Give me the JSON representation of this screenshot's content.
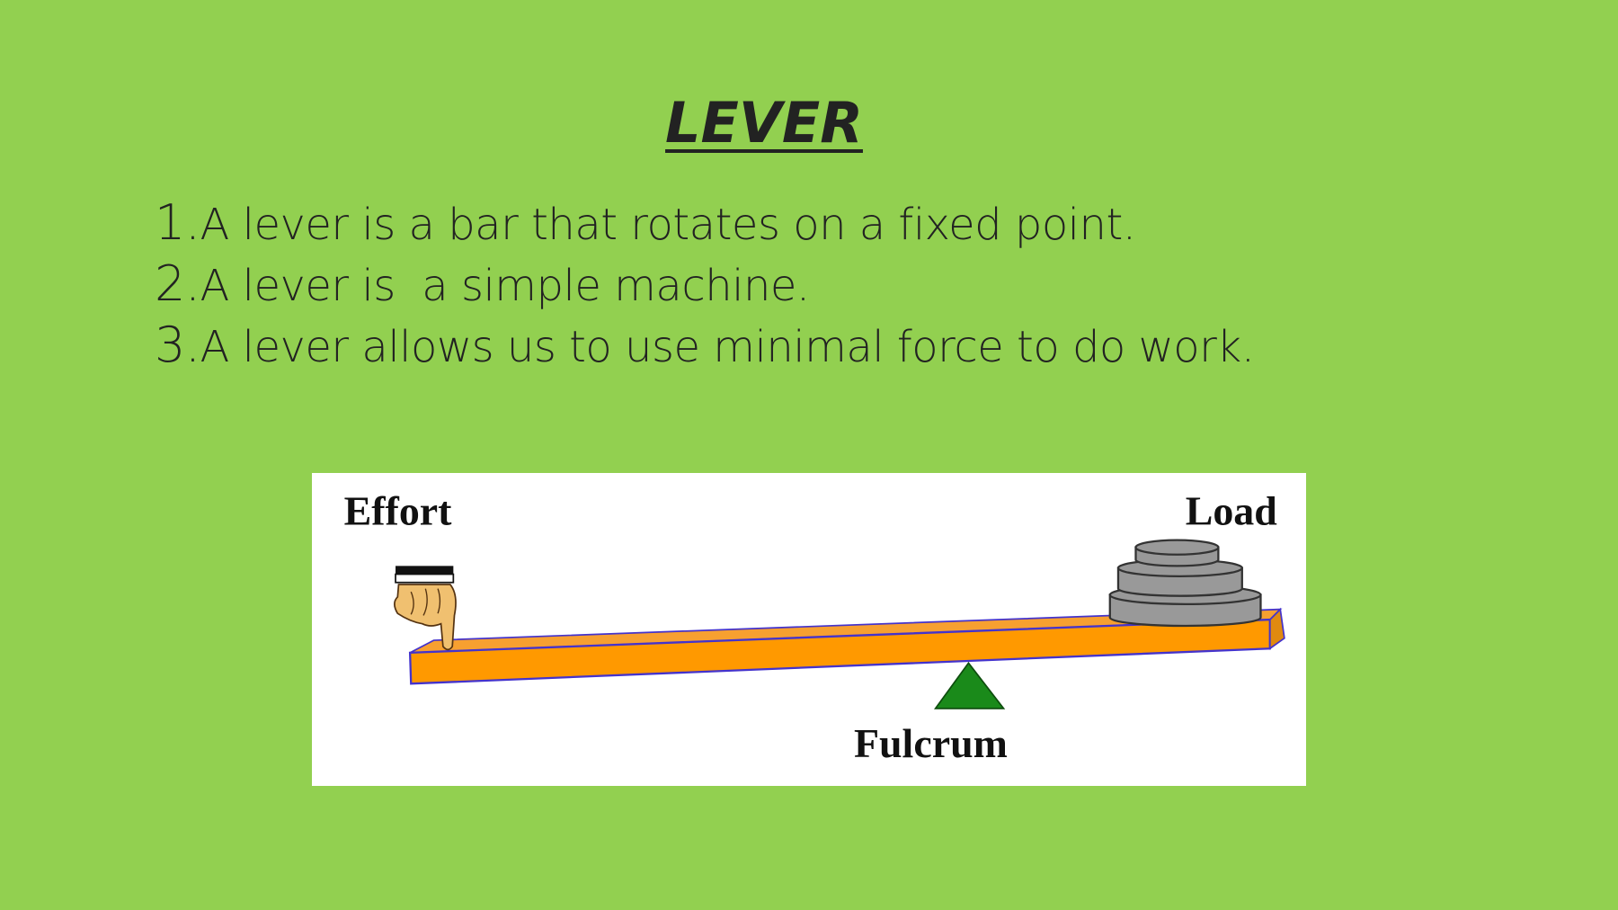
{
  "title": "LEVER",
  "points": [
    {
      "num": "1.",
      "text": "A lever is a bar that rotates on a fixed point."
    },
    {
      "num": "2.",
      "text": "A lever is  a simple machine."
    },
    {
      "num": "3.",
      "text": "A lever allows us to use minimal force to do work."
    }
  ],
  "diagram": {
    "effort_label": "Effort",
    "load_label": "Load",
    "fulcrum_label": "Fulcrum",
    "colors": {
      "background": "#92d050",
      "lever": "#ff9900",
      "fulcrum": "#1a8a1a",
      "weight": "#999999"
    }
  }
}
